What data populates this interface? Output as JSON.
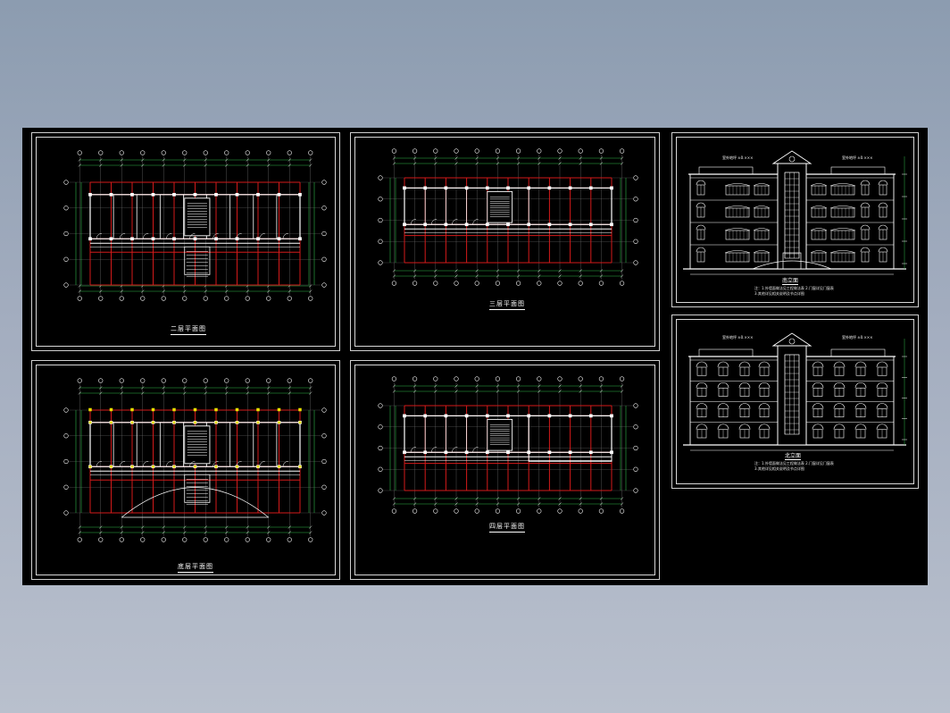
{
  "colors": {
    "background_top": "#8c9cb0",
    "background_bottom": "#b9c0cd",
    "canvas": "#000000",
    "grid_red": "#d41a1a",
    "dimension_green": "#2fb84a",
    "wall_white": "#ffffff",
    "column_yellow": "#e8e000",
    "frame_gray": "#d0d0d0"
  },
  "sheets": {
    "plan_second": {
      "title": "二层平面图"
    },
    "plan_third": {
      "title": "三层平面图"
    },
    "plan_ground": {
      "title": "底层平面图"
    },
    "plan_fourth": {
      "title": "四层平面图"
    },
    "elevation_south": {
      "title": "南立面",
      "notes": [
        "注：1.外墙面做法见工程做法表 2.门窗详见门窗表",
        "3.其他详见相关说明及节点详图"
      ],
      "label_left": "室外地坪 ±0.×××",
      "label_right": "室外地坪 ±0.×××"
    },
    "elevation_north": {
      "title": "北立面",
      "notes": [
        "注：1.外墙面做法见工程做法表 2.门窗详见门窗表",
        "3.其他详见相关说明及节点详图"
      ],
      "label_left": "室外地坪 ±0.×××",
      "label_right": "室外地坪 ±0.×××"
    }
  }
}
